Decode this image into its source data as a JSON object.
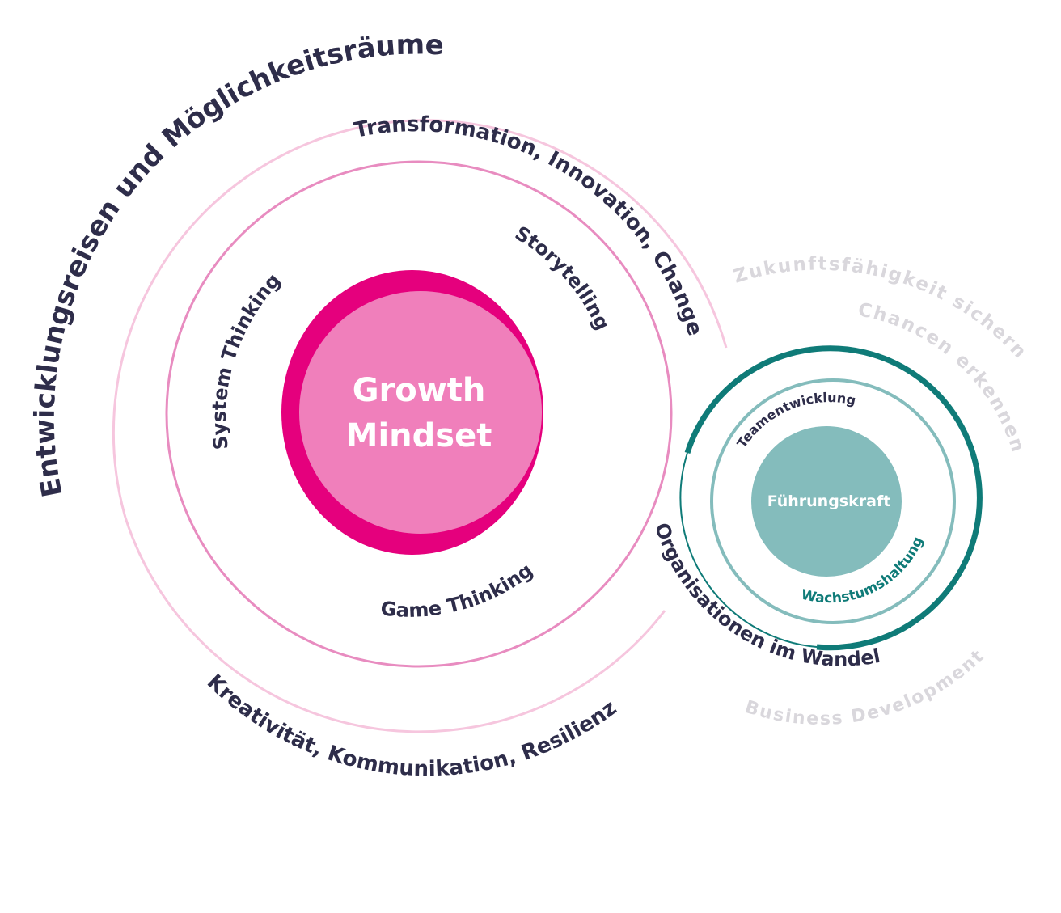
{
  "diagram": {
    "outer_title": "Entwicklungsreisen und Möglichkeitsräume",
    "left_circle": {
      "ring_top_label": "Transformation, Innovation, Change",
      "ring_bottom_label": "Kreativität, Kommunikation, Resilienz",
      "inner_labels": {
        "system_thinking": "System Thinking",
        "storytelling": "Storytelling",
        "game_thinking": "Game Thinking"
      },
      "center_line1": "Growth",
      "center_line2": "Mindset"
    },
    "right_circle": {
      "organisations_label": "Organisationen im Wandel",
      "teamentwicklung": "Teamentwicklung",
      "wachstumshaltung": "Wachstumshaltung",
      "center": "Führungskraft"
    },
    "grey_labels": {
      "zukunft": "Zukunftsfähigkeit sichern",
      "chancen": "Chancen erkennen",
      "business": "Business Development"
    }
  },
  "colors": {
    "magenta": "#e5007d",
    "light_pink": "#f07fbb",
    "pale_pink": "#f6c6de",
    "ring_pink": "#e88cc0",
    "navy": "#2e2d4a",
    "teal_dark": "#0f7b78",
    "teal_light": "#84bcbc",
    "grey_text": "#d9d7dc"
  }
}
